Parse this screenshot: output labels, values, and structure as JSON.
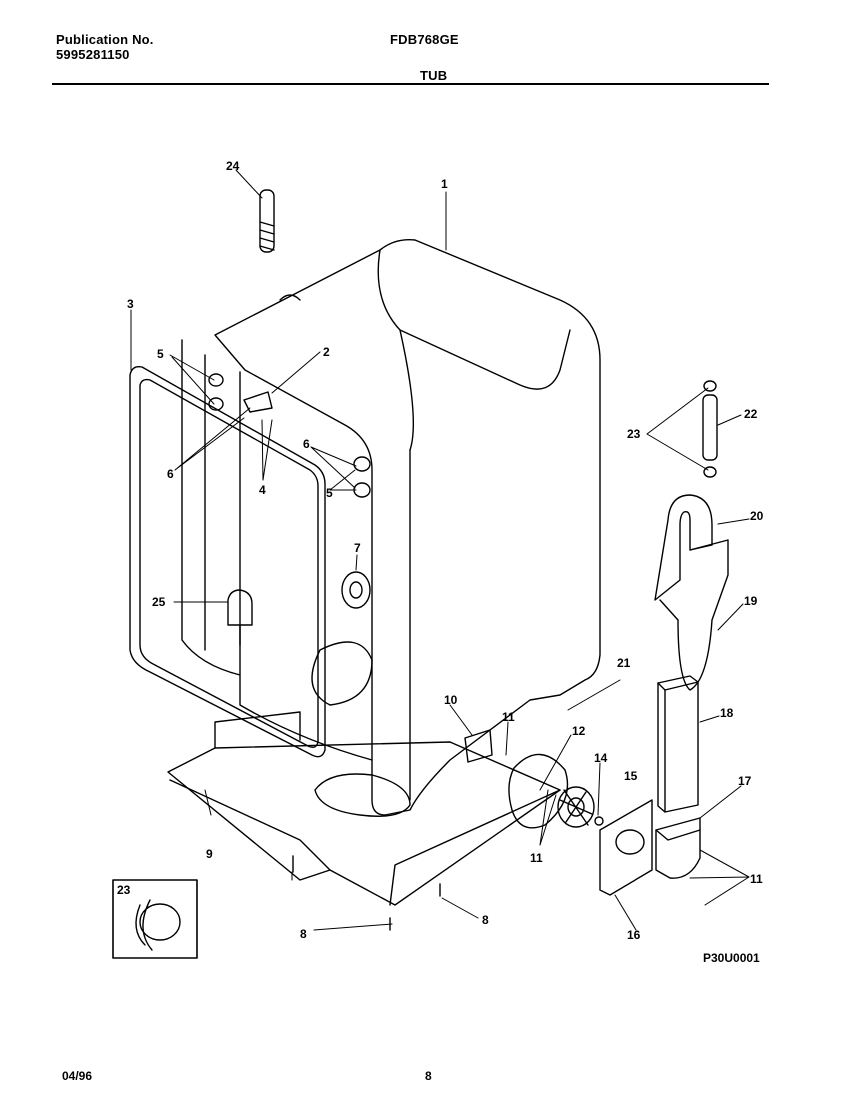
{
  "header": {
    "publication_label": "Publication No.",
    "publication_number": "5995281150",
    "model": "FDB768GE",
    "section_title": "TUB"
  },
  "diagram": {
    "drawing_code": "P30U0001",
    "callouts": {
      "c1": "1",
      "c2": "2",
      "c3": "3",
      "c4": "4",
      "c5a": "5",
      "c5b": "5",
      "c6a": "6",
      "c6b": "6",
      "c7": "7",
      "c8a": "8",
      "c8b": "8",
      "c9": "9",
      "c10": "10",
      "c11a": "11",
      "c11b": "11",
      "c11c": "11",
      "c12": "12",
      "c14": "14",
      "c15": "15",
      "c16": "16",
      "c17": "17",
      "c18": "18",
      "c19": "19",
      "c20": "20",
      "c21": "21",
      "c22": "22",
      "c23a": "23",
      "c23b": "23",
      "c24": "24",
      "c25": "25"
    }
  },
  "footer": {
    "date": "04/96",
    "page": "8"
  }
}
